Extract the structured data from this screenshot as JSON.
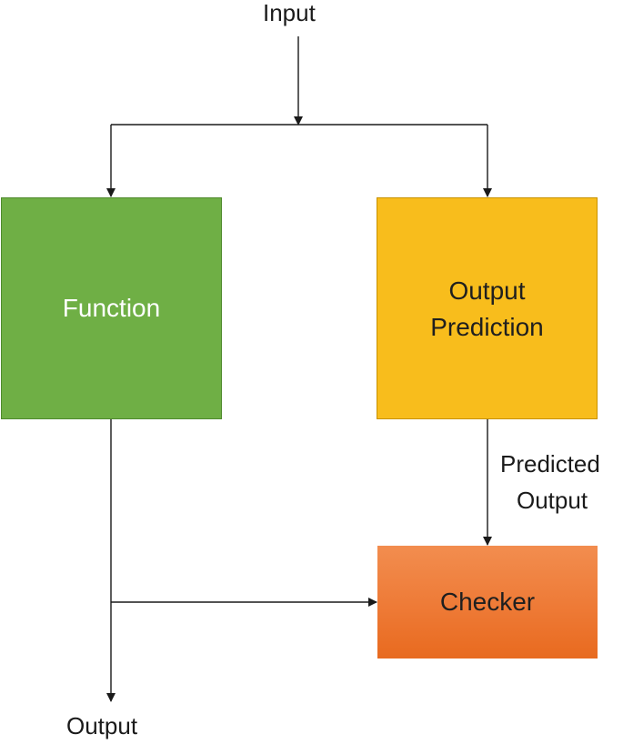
{
  "labels": {
    "input": "Input",
    "output": "Output",
    "predicted_output_line1": "Predicted",
    "predicted_output_line2": "Output"
  },
  "nodes": {
    "function": {
      "label": "Function",
      "color": "#70AD47"
    },
    "output_prediction": {
      "line1": "Output",
      "line2": "Prediction",
      "color": "#F8BD1C"
    },
    "checker": {
      "label": "Checker",
      "color": "#ED7D31"
    }
  },
  "edges": [
    {
      "from": "input",
      "to": "function"
    },
    {
      "from": "input",
      "to": "output_prediction"
    },
    {
      "from": "output_prediction",
      "to": "checker",
      "label": "Predicted Output"
    },
    {
      "from": "function",
      "to": "checker"
    },
    {
      "from": "function",
      "to": "output"
    }
  ]
}
